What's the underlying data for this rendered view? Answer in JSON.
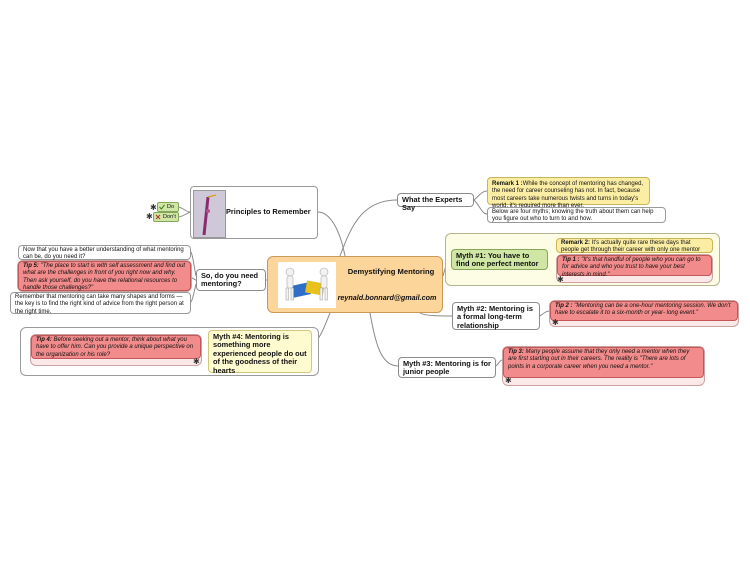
{
  "center": {
    "title": "Demystifying Mentoring",
    "email": "reynald.bonnard@gmail.com"
  },
  "branches": {
    "experts": {
      "label": "What the Experts Say",
      "remark1_key": "Remark 1 :",
      "remark1_text": "While the concept of mentoring has changed, the need for career counseling has not. In fact, because most careers take numerous twists and turns in today's world, it's required more than ever.",
      "myths_note": "Below are four myths; knowing the truth about them can help you figure out who to turn to and how."
    },
    "myth1": {
      "label": "Myth #1: You have to find one perfect mentor",
      "remark2_key": "Remark 2:",
      "remark2_text": " It's actually quite rare these days that people get through their career with only one mentor",
      "tip1_key": "Tip 1 :",
      "tip1_text": " \"It's that handful of people who you can go to for advice and who you trust to have your best interests in mind.\""
    },
    "myth2": {
      "label": "Myth #2: Mentoring is a formal long-term relationship",
      "tip2_key": "Tip 2 :",
      "tip2_text": " \"Mentoring can be a one-hour mentoring session. We don't have to escalate it to a six-month or year- long event.\""
    },
    "myth3": {
      "label": "Myth #3: Mentoring is for junior people",
      "tip3_key": "Tip 3:",
      "tip3_text": " Many people assume that they only need a mentor when they are first starting out in their careers. The reality is \"There are lots of points in a corporate career when you need a mentor.\""
    },
    "myth4": {
      "label": "Myth #4: Mentoring is something more experienced people do out of the goodness of their hearts",
      "tip4_key": "Tip 4:",
      "tip4_text": " Before seeking out a mentor, think about what you have to offer him. Can you provide a unique perspective on the organization or his role?"
    },
    "principles": {
      "label": "Principles to Remember",
      "tags": [
        "Do",
        "Don't"
      ]
    },
    "needmentor": {
      "label": "So, do you need mentoring?",
      "intro": "Now that you have a better understanding of what mentoring can be, do you need it?",
      "tip5_key": "Tip 5:",
      "tip5_text": " \"The place to start is with self assessment and find out what are the challenges in front of you right now and why. Then ask yourself, do you have the relational resources to handle those challenges?\"",
      "remember": "Remember that mentoring can take many shapes and forms — the key is to find the right kind of advice from the right person at the right time."
    }
  },
  "icons": {
    "note": "star-note-icon",
    "do": "check-icon",
    "dont": "cross-icon"
  },
  "colors": {
    "center": "#fcd59a",
    "tip": "#f28b8b",
    "remark": "#fbeea4",
    "myth1": "#cfe6a4",
    "myth4": "#fffbd0"
  }
}
